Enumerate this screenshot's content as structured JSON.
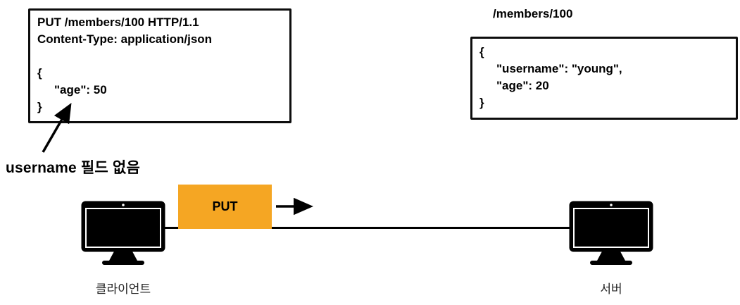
{
  "request": {
    "header_lines": [
      "PUT /members/100 HTTP/1.1",
      "Content-Type: application/json"
    ],
    "body": [
      "{",
      "\"age\": 50",
      "}"
    ]
  },
  "annotation": {
    "label": "username 필드 없음"
  },
  "resource": {
    "path": "/members/100",
    "body": [
      "{",
      "\"username\": \"young\",",
      "\"age\": 20",
      "}"
    ]
  },
  "flow": {
    "method": "PUT",
    "client": "클라이언트",
    "server": "서버"
  },
  "colors": {
    "method_bg": "#F5A623",
    "ink": "#000000"
  }
}
